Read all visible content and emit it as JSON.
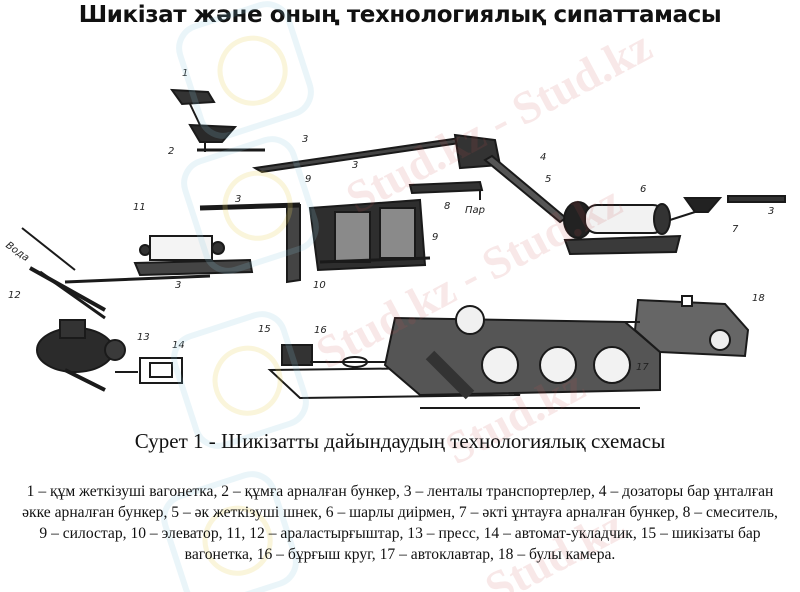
{
  "slide": {
    "title": "Шикізат және оның технологиялық сипаттамасы"
  },
  "diagram": {
    "labels": {
      "l1": "1",
      "l2": "2",
      "l3a": "3",
      "l3b": "3",
      "l3c": "3",
      "l3d": "3",
      "l3e": "3",
      "l4": "4",
      "l5": "5",
      "l6": "6",
      "l7": "7",
      "l8": "8",
      "l9a": "9",
      "l9b": "9",
      "l10": "10",
      "l11": "11",
      "l12": "12",
      "l13": "13",
      "l14": "14",
      "l15": "15",
      "l16": "16",
      "l17": "17",
      "l18": "18",
      "steam": "Пар",
      "water": "Вода"
    }
  },
  "watermarks": [
    "Stud.kz - Stud.kz",
    "Stud.kz - Stud.kz",
    "Stud.kz",
    "Stud.kz"
  ],
  "caption": "Сурет 1 - Шикізатты дайындаудың технологиялық схемасы",
  "legend": {
    "text": "1 – құм жеткізуші вагонетка, 2 – құмға арналған бункер, 3 – ленталы транспортерлер, 4 – дозаторы бар ұнталған әкке арналған бункер, 5 – әк жеткізуші шнек, 6 – шарлы диірмен, 7 – әкті ұнтауға арналған бункер, 8 – смеситель, 9 – силостар, 10 – элеватор, 11, 12 – араластырғыштар, 13 – пресс, 14 – автомат-укладчик, 15 – шикізаты бар вагонетка, 16 – бұрғыш круг, 17 – автоклавтар, 18 – булы камера."
  }
}
